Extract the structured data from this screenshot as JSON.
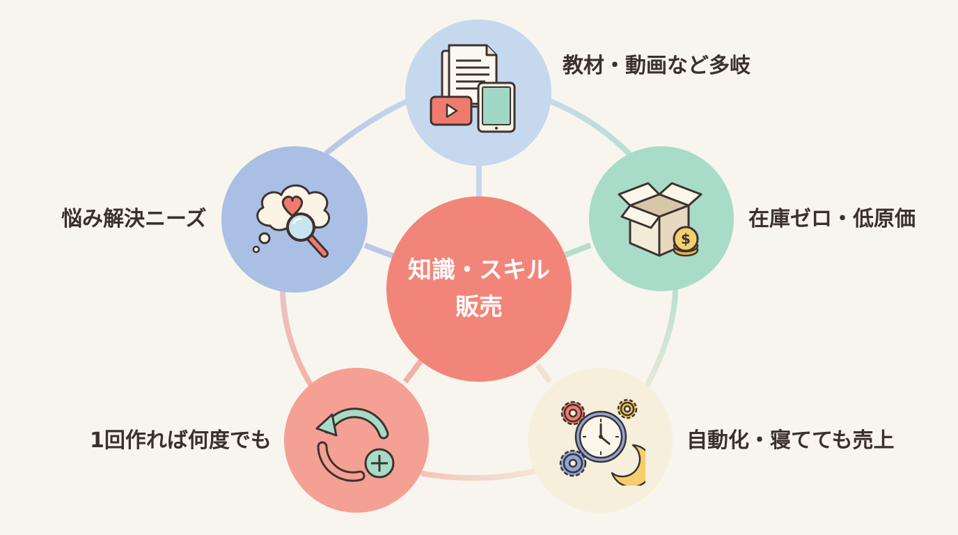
{
  "center": {
    "line1": "知識・スキル",
    "line2": "販売",
    "color": "#f2857a"
  },
  "nodes": [
    {
      "label": "教材・動画など多岐",
      "icon": "documents-video-tablet-icon",
      "color": "#c5d8ee"
    },
    {
      "label": "在庫ゼロ・低原価",
      "icon": "open-box-coin-icon",
      "color": "#a8dcc8"
    },
    {
      "label": "自動化・寝てても売上",
      "icon": "gears-clock-moon-icon",
      "color": "#f6efdc"
    },
    {
      "label": "1回作れば何度でも",
      "icon": "repeat-plus-icon",
      "color": "#f5a094"
    },
    {
      "label": "悩み解決ニーズ",
      "icon": "thought-heart-magnifier-icon",
      "color": "#a9bfe3"
    }
  ]
}
